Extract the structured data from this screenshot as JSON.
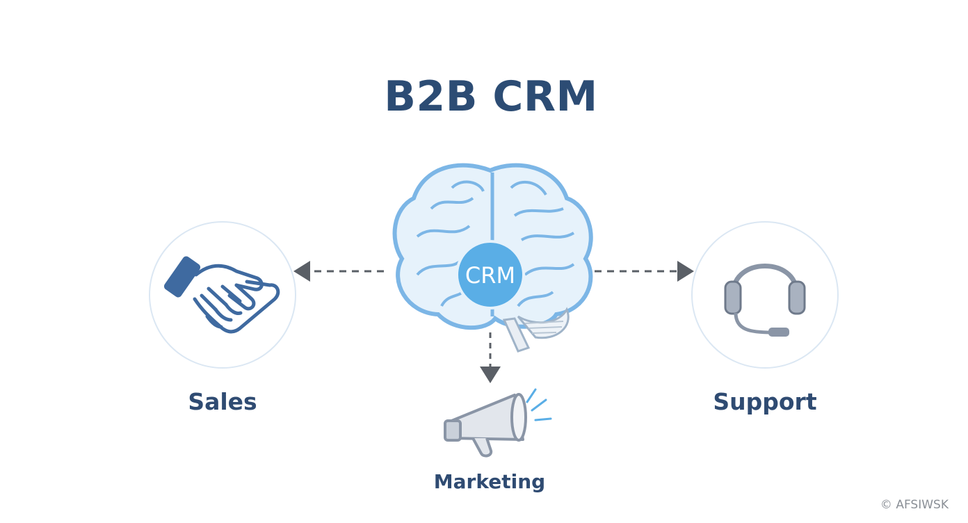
{
  "title": "B2B CRM",
  "hub": {
    "label": "CRM",
    "icon": "brain-icon"
  },
  "nodes": [
    {
      "label": "Sales",
      "icon": "handshake-icon"
    },
    {
      "label": "Support",
      "icon": "headset-icon"
    },
    {
      "label": "Marketing",
      "icon": "megaphone-icon"
    }
  ],
  "copyright": "© AFSIWSK",
  "colors": {
    "title": "#2c4c74",
    "brain_stroke": "#7cb6e6",
    "brain_fill": "#e4f1fb",
    "hub_fill": "#5aaee6",
    "icon_blue": "#3f6aa0",
    "icon_gray": "#8a95a6",
    "arrow": "#5a5f66",
    "circle": "#dbe7f3"
  }
}
